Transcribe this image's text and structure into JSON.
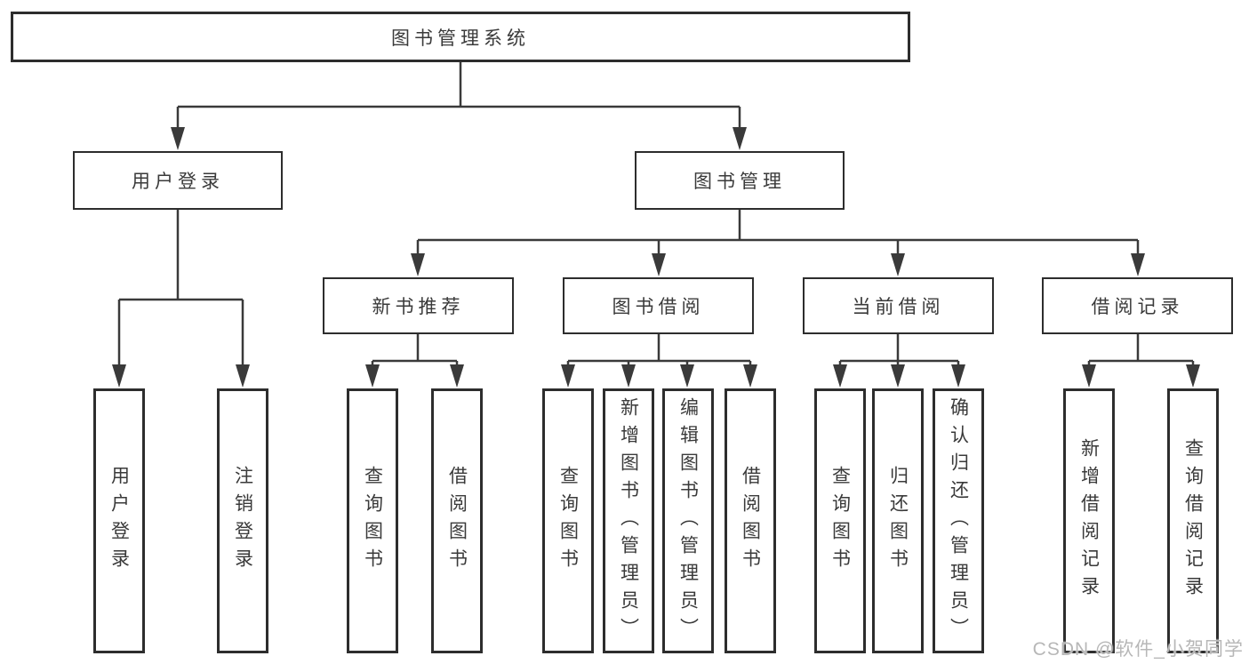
{
  "diagram_title": "图书管理系统",
  "tree": {
    "root": {
      "label": "图书管理系统"
    },
    "children": [
      {
        "label": "用户登录",
        "children": [
          {
            "label": "用户登录"
          },
          {
            "label": "注销登录"
          }
        ]
      },
      {
        "label": "图书管理",
        "children": [
          {
            "label": "新书推荐",
            "children": [
              {
                "label": "查询图书"
              },
              {
                "label": "借阅图书"
              }
            ]
          },
          {
            "label": "图书借阅",
            "children": [
              {
                "label": "查询图书"
              },
              {
                "label": "新增图书（管理员）"
              },
              {
                "label": "编辑图书（管理员）"
              },
              {
                "label": "借阅图书"
              }
            ]
          },
          {
            "label": "当前借阅",
            "children": [
              {
                "label": "查询图书"
              },
              {
                "label": "归还图书"
              },
              {
                "label": "确认归还（管理员）"
              }
            ]
          },
          {
            "label": "借阅记录",
            "children": [
              {
                "label": "新增借阅记录"
              },
              {
                "label": "查询借阅记录"
              }
            ]
          }
        ]
      }
    ]
  },
  "watermark": "CSDN @软件_小贺同学",
  "colors": {
    "background": "#ffffff",
    "box_border": "#2d2d2d",
    "connector_line": "#3a3a3a",
    "text": "#3a3a3a",
    "watermark": "#b7b7b7"
  }
}
